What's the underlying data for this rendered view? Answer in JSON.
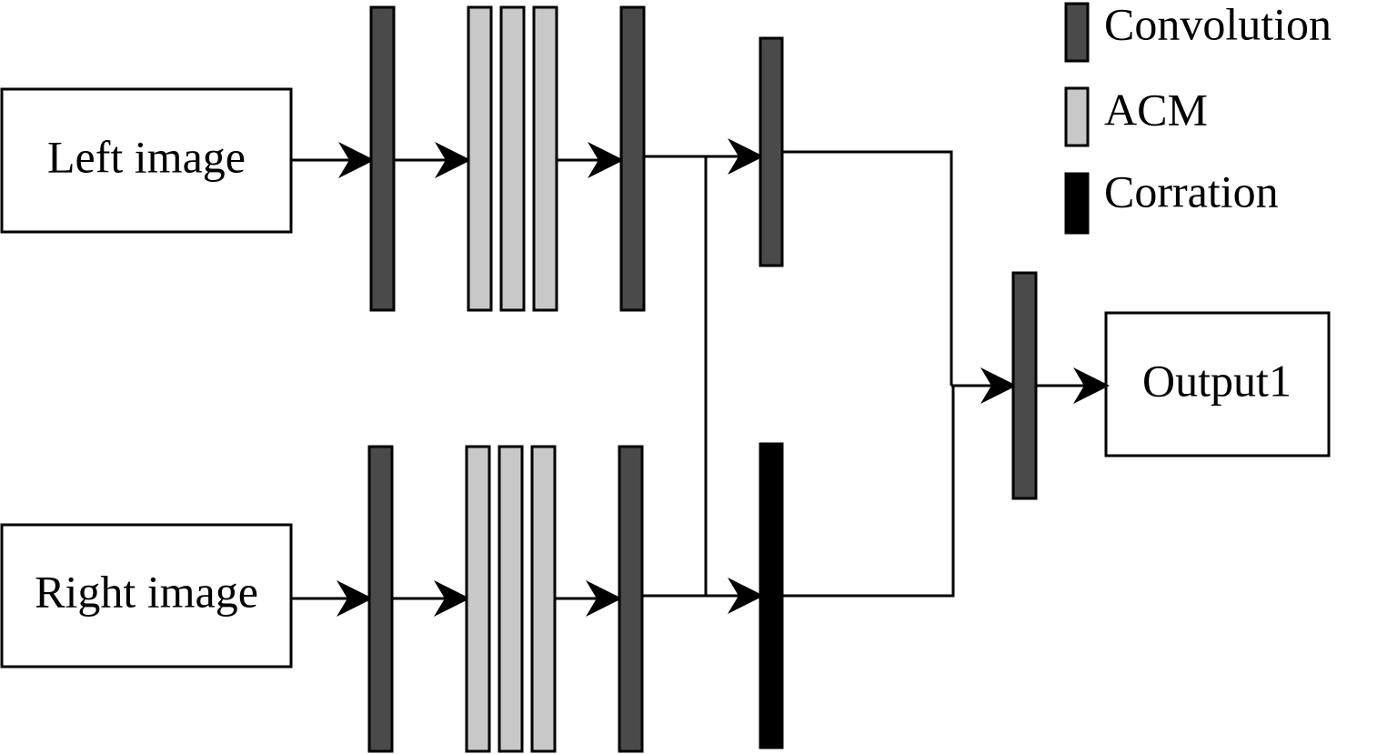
{
  "inputs": {
    "left": "Left image",
    "right": "Right image"
  },
  "output": {
    "label": "Output1"
  },
  "legend": {
    "convolution": "Convolution",
    "acm": "ACM",
    "correlation": "Corration"
  },
  "colors": {
    "convolution": "#4a4a4a",
    "acm": "#c8c8c8",
    "correlation": "#000000",
    "stroke": "#000000"
  }
}
